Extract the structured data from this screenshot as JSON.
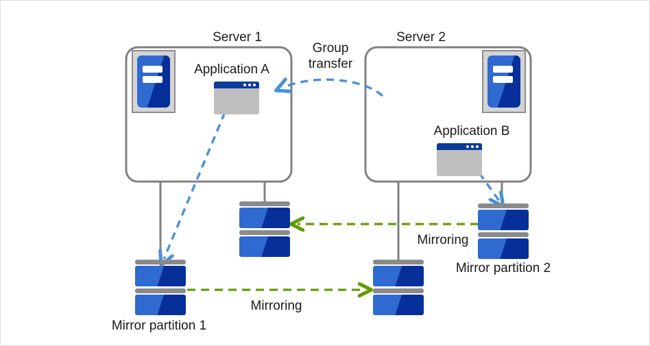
{
  "diagram": {
    "title_alt": "Server mirroring and group transfer diagram",
    "colors": {
      "server_box_border": "#808080",
      "connector_line": "#808080",
      "blue_arrow": "#4a90d9",
      "green_arrow": "#639b00",
      "disk_blue_light": "#2f6ad0",
      "disk_blue_dark": "#062f99",
      "disk_cap_gray": "#8a8a8a",
      "app_body_gray": "#bfbfbf",
      "app_title_blue": "#0b3c9b",
      "server_icon_frame": "#d4d4d4",
      "page_border": "#dcdcdc",
      "text": "#1a1a1a"
    },
    "servers": [
      {
        "id": "server-1",
        "label": "Server 1"
      },
      {
        "id": "server-2",
        "label": "Server 2"
      }
    ],
    "applications": [
      {
        "id": "application-a",
        "label": "Application  A"
      },
      {
        "id": "application-b",
        "label": "Application  B"
      }
    ],
    "partitions": [
      {
        "id": "mirror-partition-1",
        "label": "Mirror partition 1"
      },
      {
        "id": "mirror-partition-2",
        "label": "Mirror partition 2"
      }
    ],
    "flows": {
      "group_transfer": {
        "label_line1": "Group",
        "label_line2": "transfer",
        "direction": "server-2-to-server-1",
        "style": "dashed-curve",
        "color": "#4a90d9"
      },
      "mirroring_top": {
        "label": "Mirroring",
        "direction": "right-to-left",
        "style": "dashed",
        "color": "#639b00"
      },
      "mirroring_bottom": {
        "label": "Mirroring",
        "direction": "left-to-right",
        "style": "dashed",
        "color": "#639b00"
      }
    }
  }
}
